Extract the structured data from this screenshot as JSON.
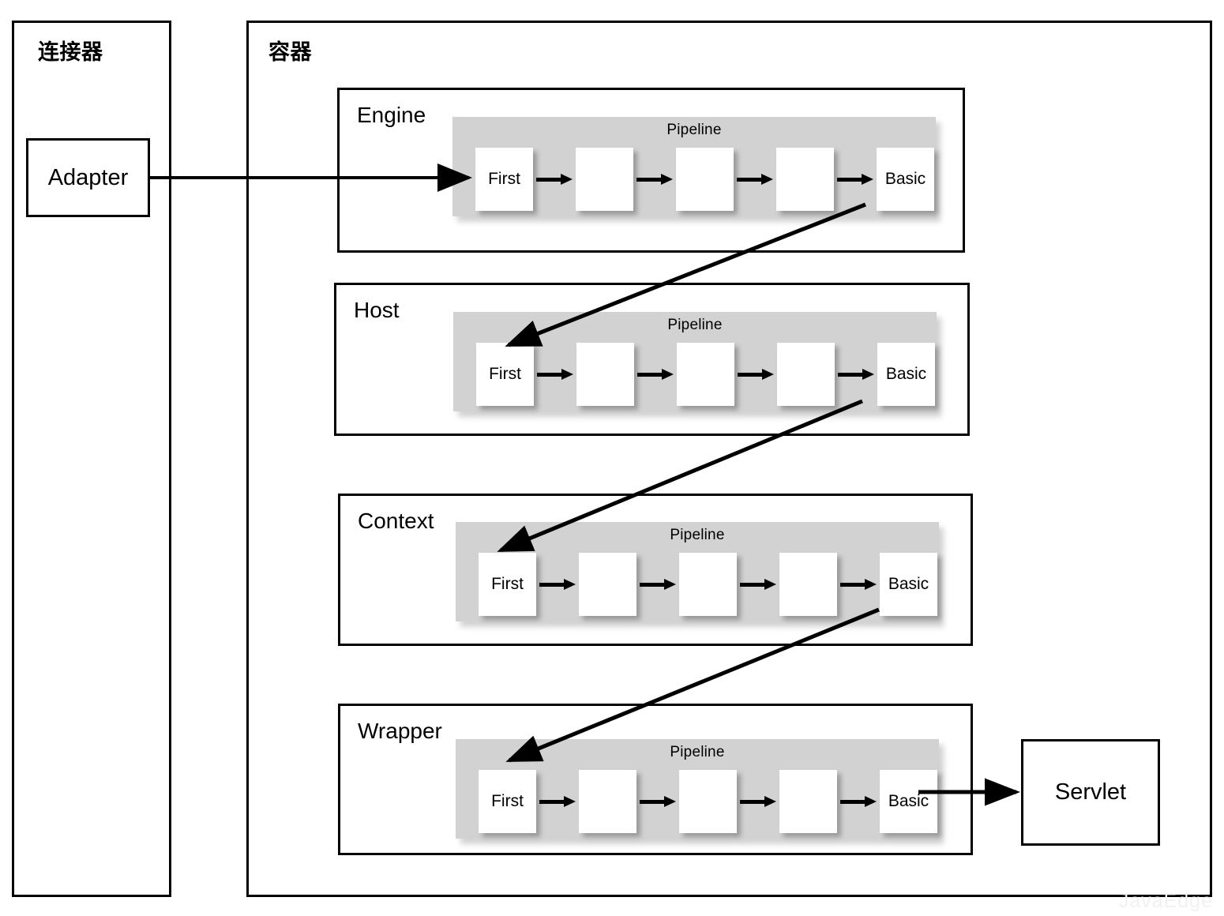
{
  "frames": {
    "connector": {
      "title": "连接器"
    },
    "container": {
      "title": "容器"
    }
  },
  "adapter": {
    "label": "Adapter"
  },
  "servlet": {
    "label": "Servlet"
  },
  "pipeline_title": "Pipeline",
  "valve_first": "First",
  "valve_basic": "Basic",
  "components": [
    {
      "name": "Engine",
      "pipeline": {
        "title": "Pipeline",
        "valves": [
          "First",
          "",
          "",
          "",
          "Basic"
        ]
      }
    },
    {
      "name": "Host",
      "pipeline": {
        "title": "Pipeline",
        "valves": [
          "First",
          "",
          "",
          "",
          "Basic"
        ]
      }
    },
    {
      "name": "Context",
      "pipeline": {
        "title": "Pipeline",
        "valves": [
          "First",
          "",
          "",
          "",
          "Basic"
        ]
      }
    },
    {
      "name": "Wrapper",
      "pipeline": {
        "title": "Pipeline",
        "valves": [
          "First",
          "",
          "",
          "",
          "Basic"
        ]
      }
    }
  ],
  "watermark": "JavaEdge",
  "colors": {
    "pipeline_background": "#d2d2d2",
    "stroke": "#000000",
    "surface": "#ffffff",
    "watermark": "#f1f1f1"
  }
}
